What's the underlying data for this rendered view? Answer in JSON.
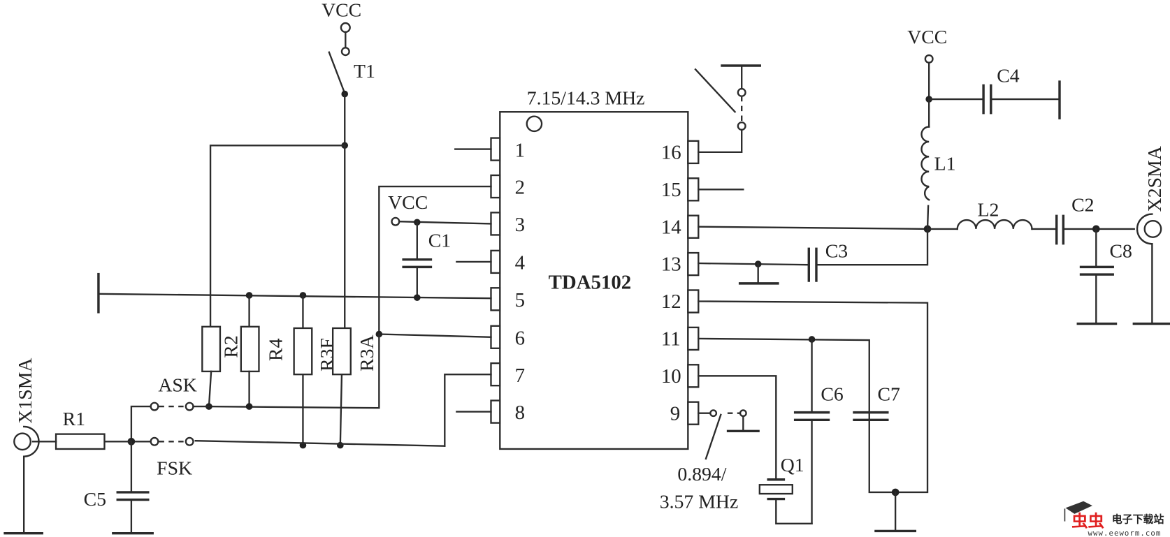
{
  "diagram": {
    "title": "TDA5102 transmitter circuit",
    "ic": {
      "name": "TDA5102",
      "clock_label": "7.15/14.3 MHz",
      "left_pins": [
        "1",
        "2",
        "3",
        "4",
        "5",
        "6",
        "7",
        "8"
      ],
      "right_pins": [
        "16",
        "15",
        "14",
        "13",
        "12",
        "11",
        "10",
        "9"
      ]
    },
    "labels": {
      "vcc_top": "VCC",
      "vcc_pin3": "VCC",
      "vcc_right": "VCC",
      "t1": "T1",
      "c1": "C1",
      "c2": "C2",
      "c3": "C3",
      "c4": "C4",
      "c5": "C5",
      "c6": "C6",
      "c7": "C7",
      "c8": "C8",
      "l1": "L1",
      "l2": "L2",
      "r1": "R1",
      "r2": "R2",
      "r4": "R4",
      "r3f": "R3F",
      "r3a": "R3A",
      "ask": "ASK",
      "fsk": "FSK",
      "x1": "X1SMA",
      "x2": "X2SMA",
      "q1": "Q1",
      "crystal_freq_1": "0.894/",
      "crystal_freq_2": "3.57 MHz"
    }
  },
  "watermark": {
    "logo_text": "虫虫",
    "site_name": "电子下载站",
    "url": "www.eeworm.com",
    "brand_color": "#e02020"
  }
}
